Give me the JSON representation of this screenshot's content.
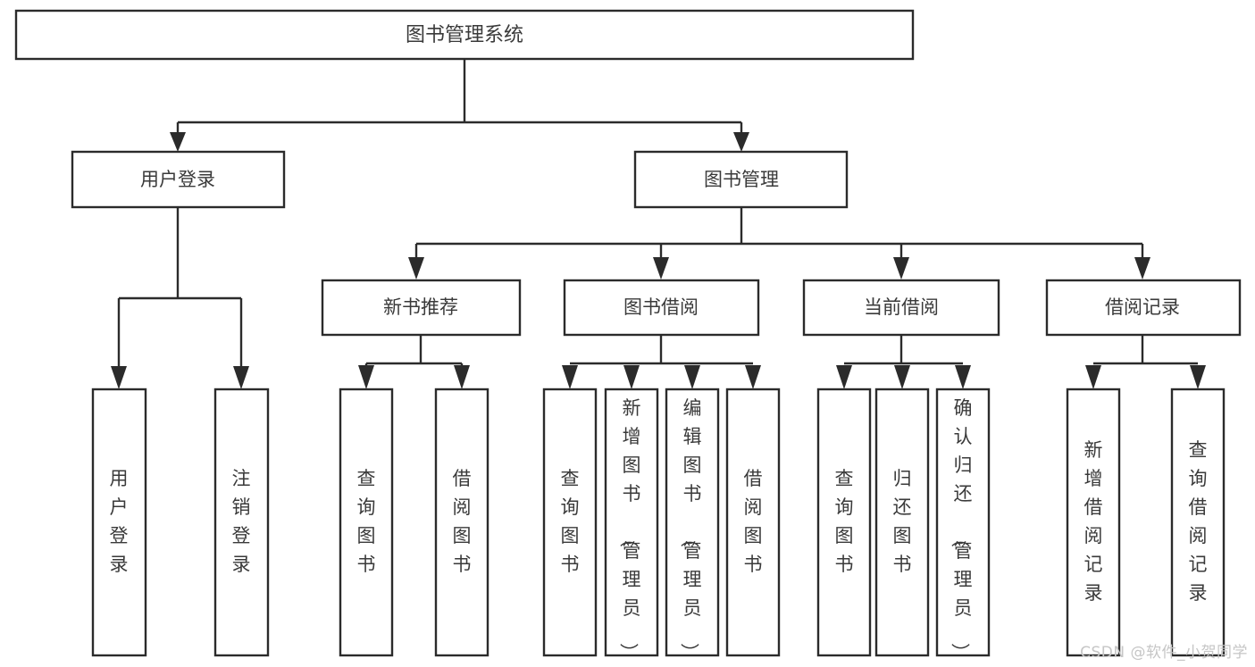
{
  "diagram": {
    "type": "tree-hierarchy",
    "title": "图书管理系统",
    "watermark": "CSDN @软件_小贺同学",
    "colors": {
      "background": "#ffffff",
      "stroke": "#2b2b2b",
      "text": "#3a3a3a",
      "watermark": "#c6c6c6"
    },
    "levels": {
      "root": {
        "label": "图书管理系统"
      },
      "level2": [
        {
          "id": "user-login",
          "label": "用户登录"
        },
        {
          "id": "book-management",
          "label": "图书管理"
        }
      ],
      "level3": [
        {
          "id": "new-book-recommend",
          "label": "新书推荐",
          "parent": "book-management"
        },
        {
          "id": "book-borrow",
          "label": "图书借阅",
          "parent": "book-management"
        },
        {
          "id": "current-borrow",
          "label": "当前借阅",
          "parent": "book-management"
        },
        {
          "id": "borrow-record",
          "label": "借阅记录",
          "parent": "book-management"
        }
      ],
      "leaves": [
        {
          "id": "leaf-user-login",
          "label": "用户登录",
          "parent": "user-login"
        },
        {
          "id": "leaf-logout-login",
          "label": "注销登录",
          "parent": "user-login"
        },
        {
          "id": "leaf-query-book-1",
          "label": "查询图书",
          "parent": "new-book-recommend"
        },
        {
          "id": "leaf-borrow-book-1",
          "label": "借阅图书",
          "parent": "new-book-recommend"
        },
        {
          "id": "leaf-query-book-2",
          "label": "查询图书",
          "parent": "book-borrow"
        },
        {
          "id": "leaf-add-book",
          "label": "新增图书（管理员）",
          "parent": "book-borrow"
        },
        {
          "id": "leaf-edit-book",
          "label": "编辑图书（管理员）",
          "parent": "book-borrow"
        },
        {
          "id": "leaf-borrow-book-2",
          "label": "借阅图书",
          "parent": "book-borrow"
        },
        {
          "id": "leaf-query-book-3",
          "label": "查询图书",
          "parent": "current-borrow"
        },
        {
          "id": "leaf-return-book",
          "label": "归还图书",
          "parent": "current-borrow"
        },
        {
          "id": "leaf-confirm-return",
          "label": "确认归还（管理员）",
          "parent": "current-borrow"
        },
        {
          "id": "leaf-add-record",
          "label": "新增借阅记录",
          "parent": "borrow-record"
        },
        {
          "id": "leaf-query-record",
          "label": "查询借阅记录",
          "parent": "borrow-record"
        }
      ]
    }
  },
  "chart_data": {
    "type": "table",
    "title": "图书管理系统",
    "nodes": [
      {
        "level": 1,
        "label": "图书管理系统",
        "parent": null
      },
      {
        "level": 2,
        "label": "用户登录",
        "parent": "图书管理系统"
      },
      {
        "level": 2,
        "label": "图书管理",
        "parent": "图书管理系统"
      },
      {
        "level": 3,
        "label": "用户登录",
        "parent": "用户登录"
      },
      {
        "level": 3,
        "label": "注销登录",
        "parent": "用户登录"
      },
      {
        "level": 3,
        "label": "新书推荐",
        "parent": "图书管理"
      },
      {
        "level": 3,
        "label": "图书借阅",
        "parent": "图书管理"
      },
      {
        "level": 3,
        "label": "当前借阅",
        "parent": "图书管理"
      },
      {
        "level": 3,
        "label": "借阅记录",
        "parent": "图书管理"
      },
      {
        "level": 4,
        "label": "查询图书",
        "parent": "新书推荐"
      },
      {
        "level": 4,
        "label": "借阅图书",
        "parent": "新书推荐"
      },
      {
        "level": 4,
        "label": "查询图书",
        "parent": "图书借阅"
      },
      {
        "level": 4,
        "label": "新增图书（管理员）",
        "parent": "图书借阅"
      },
      {
        "level": 4,
        "label": "编辑图书（管理员）",
        "parent": "图书借阅"
      },
      {
        "level": 4,
        "label": "借阅图书",
        "parent": "图书借阅"
      },
      {
        "level": 4,
        "label": "查询图书",
        "parent": "当前借阅"
      },
      {
        "level": 4,
        "label": "归还图书",
        "parent": "当前借阅"
      },
      {
        "level": 4,
        "label": "确认归还（管理员）",
        "parent": "当前借阅"
      },
      {
        "level": 4,
        "label": "新增借阅记录",
        "parent": "借阅记录"
      },
      {
        "level": 4,
        "label": "查询借阅记录",
        "parent": "借阅记录"
      }
    ]
  }
}
